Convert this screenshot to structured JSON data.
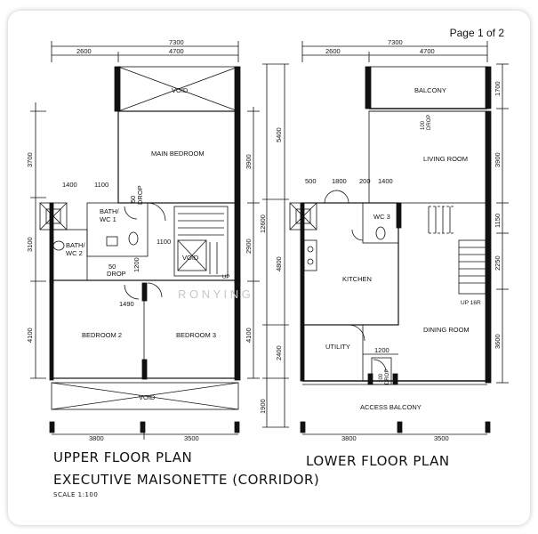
{
  "page_label": "Page 1 of 2",
  "watermark": "R O N Y I N G",
  "upper": {
    "title": "UPPER FLOOR PLAN",
    "subtitle": "EXECUTIVE MAISONETTE (CORRIDOR)",
    "scale": "SCALE 1:100",
    "dims": {
      "top_total": "7300",
      "top_left": "2600",
      "top_right": "4700",
      "bottom_left": "3800",
      "bottom_right": "3500",
      "left_1": "3700",
      "left_2": "3100",
      "left_3": "4100",
      "right_1": "3900",
      "right_2": "2900",
      "right_3": "4100",
      "bath_w1": "1400",
      "bath_w2": "1100",
      "mid_1100": "1100",
      "mid_1200": "1200",
      "mid_1490": "1490"
    },
    "rooms": {
      "void_top": "VOID",
      "main_bedroom": "MAIN BEDROOM",
      "bath1_a": "BATH/",
      "bath1_b": "WC 1",
      "bath2_a": "BATH/",
      "bath2_b": "WC 2",
      "bedroom2": "BEDROOM 2",
      "bedroom3": "BEDROOM 3",
      "void_mid": "VOID",
      "void_bottom": "VOID",
      "drop1_a": "50",
      "drop1_b": "DROP",
      "drop2_a": "50",
      "drop2_b": "DROP",
      "up_mark": "UP"
    }
  },
  "lower": {
    "title": "LOWER FLOOR PLAN",
    "dims": {
      "top_total": "7300",
      "top_left": "2600",
      "top_right": "4700",
      "bottom_left": "3800",
      "bottom_right": "3500",
      "left_1": "5400",
      "left_2": "4800",
      "left_3": "2400",
      "left_4": "1900",
      "left_total": "12600",
      "right_1": "1700",
      "right_2": "3900",
      "right_3": "1150",
      "right_4": "2250",
      "right_5": "3600",
      "d_500": "500",
      "d_1800": "1800",
      "d_200": "200",
      "d_1400": "1400",
      "d_1200": "1200"
    },
    "rooms": {
      "balcony": "BALCONY",
      "living_room": "LIVING ROOM",
      "wc3": "WC 3",
      "kitchen": "KITCHEN",
      "utility": "UTILITY",
      "dining_room": "DINING ROOM",
      "access_balcony": "ACCESS BALCONY",
      "up16r": "UP 16R",
      "drop_top_a": "100",
      "drop_top_b": "DROP",
      "drop_bot_a": "100",
      "drop_bot_b": "DROP"
    }
  }
}
